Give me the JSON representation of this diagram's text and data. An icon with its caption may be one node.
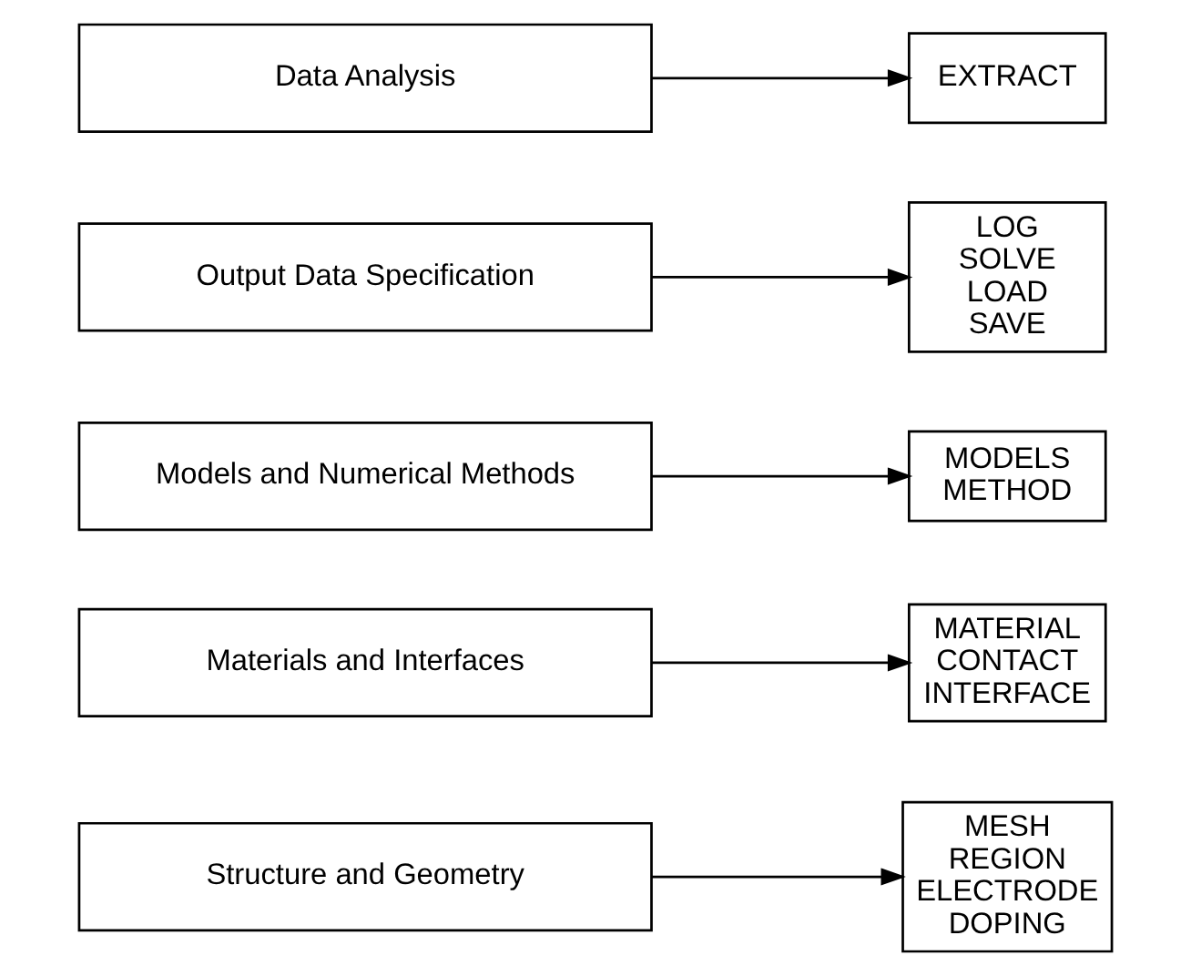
{
  "diagram": {
    "nodes": [
      {
        "text": [
          "Structure and Geometry"
        ]
      },
      {
        "text": [
          "MESH REGION ELECTRODE DOPING"
        ]
      },
      {
        "text": [
          "Materials and Interfaces"
        ]
      },
      {
        "text": [
          "MATERIAL CONTACT INTERFACE"
        ]
      },
      {
        "text": [
          "Models and Numerical Methods"
        ]
      },
      {
        "text": [
          "MODELS METHOD"
        ]
      },
      {
        "text": [
          "Output Data Specification"
        ]
      },
      {
        "text": [
          "LOG SOLVE LOAD SAVE"
        ]
      },
      {
        "text": [
          "Data Analysis"
        ]
      },
      {
        "text": [
          "EXTRACT"
        ]
      }
    ],
    "edges": [
      {
        "from": 0,
        "to": 1,
        "arrow": "to"
      },
      {
        "from": 2,
        "to": 3,
        "arrow": "to"
      },
      {
        "from": 4,
        "to": 5,
        "arrow": "to"
      },
      {
        "from": 6,
        "to": 7,
        "arrow": "to"
      },
      {
        "from": 8,
        "to": 9,
        "arrow": "to"
      }
    ]
  }
}
